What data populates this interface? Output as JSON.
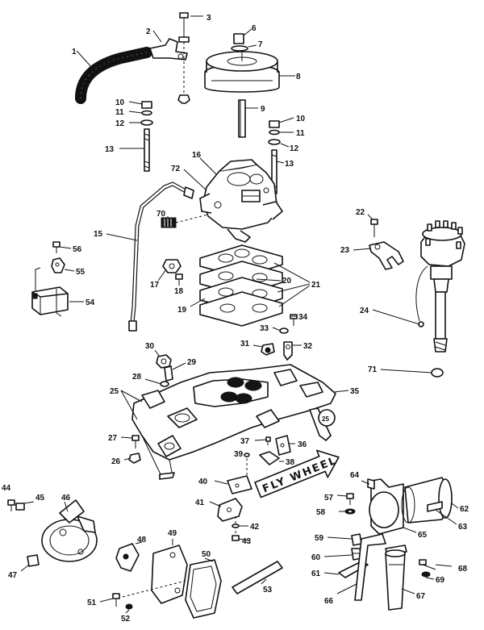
{
  "diagram": {
    "banner_text": "FLY WHEEL",
    "circled_ref": "25",
    "callouts": {
      "c1": "1",
      "c2": "2",
      "c3": "3",
      "c6": "6",
      "c7": "7",
      "c8": "8",
      "c9": "9",
      "c10a": "10",
      "c10b": "10",
      "c11a": "11",
      "c11b": "11",
      "c12a": "12",
      "c12b": "12",
      "c13a": "13",
      "c13b": "13",
      "c15": "15",
      "c16": "16",
      "c17": "17",
      "c18": "18",
      "c19": "19",
      "c20": "20",
      "c21": "21",
      "c22": "22",
      "c23": "23",
      "c24": "24",
      "c25": "25",
      "c26": "26",
      "c27": "27",
      "c28": "28",
      "c29": "29",
      "c30": "30",
      "c31": "31",
      "c32": "32",
      "c33": "33",
      "c34": "34",
      "c35": "35",
      "c36": "36",
      "c37": "37",
      "c38": "38",
      "c39": "39",
      "c40": "40",
      "c41": "41",
      "c42": "42",
      "c43": "43",
      "c44": "44",
      "c45": "45",
      "c46": "46",
      "c47": "47",
      "c48": "48",
      "c49": "49",
      "c50": "50",
      "c51": "51",
      "c52": "52",
      "c53": "53",
      "c54": "54",
      "c55": "55",
      "c56": "56",
      "c57": "57",
      "c58": "58",
      "c59": "59",
      "c60": "60",
      "c61": "61",
      "c62": "62",
      "c63": "63",
      "c64": "64",
      "c65": "65",
      "c66": "66",
      "c67": "67",
      "c68": "68",
      "c69": "69",
      "c70": "70",
      "c71": "71",
      "c72": "72"
    }
  }
}
